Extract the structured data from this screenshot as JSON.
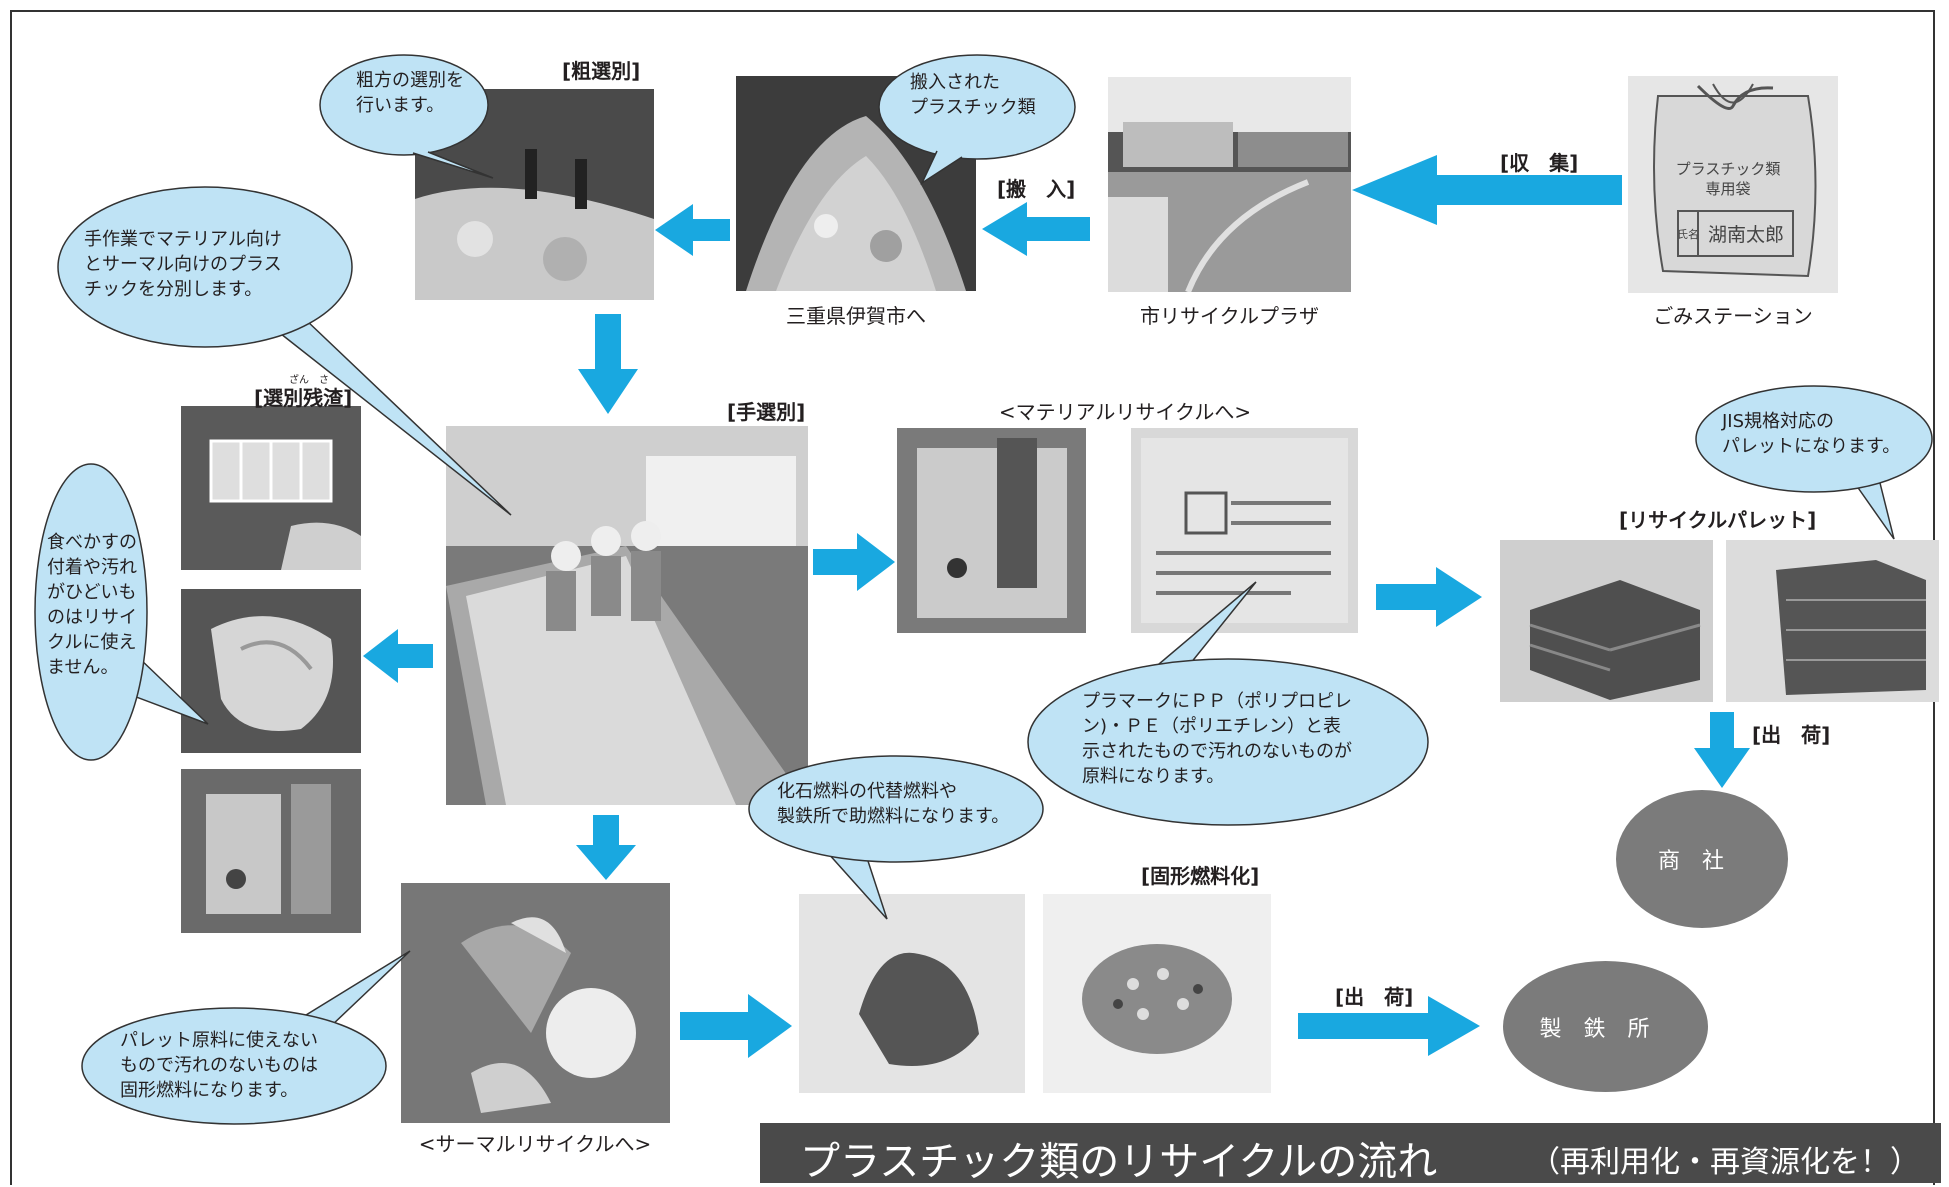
{
  "title": {
    "main": "プラスチック類のリサイクルの流れ",
    "sub": "（再利用化・再資源化を！）"
  },
  "labels": {
    "collect": "[収　集]",
    "carry_in": "[搬　入]",
    "rough_sort": "[粗選別]",
    "hand_sort": "[手選別]",
    "residue": "[選別残渣]",
    "residue_ruby": "ざん　さ",
    "recycle_pallet": "[リサイクルパレット]",
    "ship_top": "[出　荷]",
    "solid_fuel": "[固形燃料化]",
    "ship_bottom": "[出　荷]"
  },
  "captions": {
    "garbage_station": "ごみステーション",
    "city_plaza": "市リサイクルプラザ",
    "iga_city": "三重県伊賀市へ",
    "to_material": "<マテリアルリサイクルへ>",
    "to_thermal": "<サーマルリサイクルへ>"
  },
  "bag_text": {
    "line1": "プラスチック類",
    "line2": "専用袋",
    "name_label": "氏名",
    "name": "湖南太郎"
  },
  "bubbles": {
    "rough": "粗方の選別を\n行います。",
    "carried": "搬入された\nプラスチック類",
    "hand_work": "手作業でマテリアル向け\nとサーマル向けのプラス\nチックを分別します。",
    "food": "食べかすの\n付着や汚れ\nがひどいも\nのはリサイ\nクルに使え\nません。",
    "jis": "JIS規格対応の\nパレットになります。",
    "pp_mark": "プラマークにＰＰ（ポリプロピレ\nン)・ＰＥ（ポリエチレン）と表\n示されたもので汚れのないものが\n原料になります。",
    "fossil": "化石燃料の代替燃料や\n製鉄所で助燃料になります。",
    "pallet_raw": "パレット原料に使えない\nもので汚れのないものは\n固形燃料になります。"
  },
  "destinations": {
    "trading": "商社",
    "steel": "製鉄所"
  },
  "colors": {
    "arrow": "#19a8e0",
    "bubble_fill": "#bfe3f5",
    "dest": "#7b7b7b",
    "title_bg": "#4a4a4a"
  }
}
